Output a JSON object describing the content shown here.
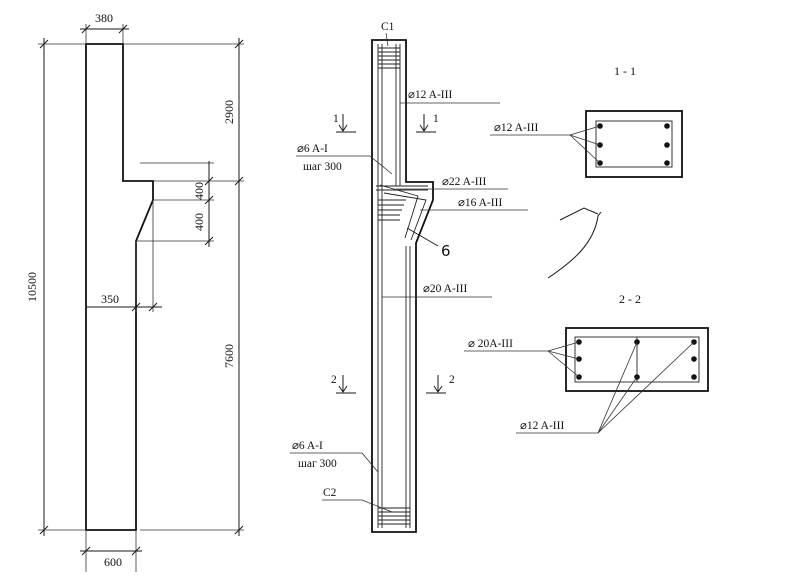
{
  "left_view": {
    "dims": {
      "top_width": "380",
      "upper_height": "2900",
      "bracket_height_1": "400",
      "bracket_height_2": "400",
      "total_height": "10500",
      "lower_offset": "350",
      "lower_height": "7600",
      "bottom_width": "600"
    }
  },
  "middle_view": {
    "labels": {
      "c1": "C1",
      "top_bar": "⌀12 A-III",
      "stirrup_top_dia": "⌀6 A-I",
      "stirrup_top_step": "шаг 300",
      "bracket_bar_1": "⌀22 A-III",
      "bracket_bar_2": "⌀16 A-III",
      "handwritten_mark": "6",
      "main_bar": "⌀20 A-III",
      "stirrup_bottom_dia": "⌀6 A-I",
      "stirrup_bottom_step": "шаг 300",
      "c2": "C2"
    },
    "cuts": {
      "cut1_left": "1",
      "cut1_right": "1",
      "cut2_left": "2",
      "cut2_right": "2"
    }
  },
  "sections": {
    "section1": {
      "title": "1 - 1",
      "bar_label": "⌀12 A-III"
    },
    "section2": {
      "title": "2 - 2",
      "bar_label_top": "⌀ 20A-III",
      "bar_label_bottom": "⌀12 A-III"
    }
  }
}
